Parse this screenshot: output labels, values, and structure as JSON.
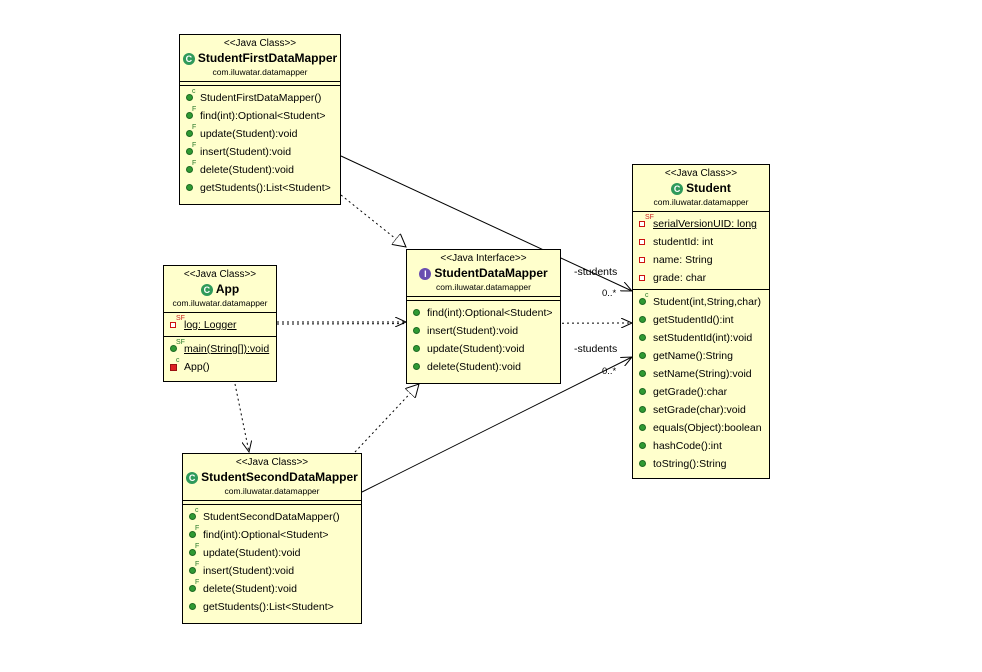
{
  "classes": {
    "first": {
      "stereotype": "<<Java Class>>",
      "icon": "C",
      "name": "StudentFirstDataMapper",
      "package": "com.iluwatar.datamapper",
      "fields": [],
      "methods": [
        {
          "text": "StudentFirstDataMapper()",
          "mod": "c"
        },
        {
          "text": "find(int):Optional<Student>",
          "mod": "F"
        },
        {
          "text": "update(Student):void",
          "mod": "F"
        },
        {
          "text": "insert(Student):void",
          "mod": "F"
        },
        {
          "text": "delete(Student):void",
          "mod": "F"
        },
        {
          "text": "getStudents():List<Student>",
          "mod": ""
        }
      ]
    },
    "app": {
      "stereotype": "<<Java Class>>",
      "icon": "C",
      "name": "App",
      "package": "com.iluwatar.datamapper",
      "fields": [
        {
          "text": "log: Logger",
          "mod": "SF"
        }
      ],
      "methods": [
        {
          "text": "main(String[]):void",
          "mod": "SF"
        },
        {
          "text": "App()",
          "mod": "c"
        }
      ]
    },
    "mapper": {
      "stereotype": "<<Java Interface>>",
      "icon": "I",
      "name": "StudentDataMapper",
      "package": "com.iluwatar.datamapper",
      "fields": [],
      "methods": [
        {
          "text": "find(int):Optional<Student>",
          "mod": ""
        },
        {
          "text": "insert(Student):void",
          "mod": ""
        },
        {
          "text": "update(Student):void",
          "mod": ""
        },
        {
          "text": "delete(Student):void",
          "mod": ""
        }
      ]
    },
    "second": {
      "stereotype": "<<Java Class>>",
      "icon": "C",
      "name": "StudentSecondDataMapper",
      "package": "com.iluwatar.datamapper",
      "fields": [],
      "methods": [
        {
          "text": "StudentSecondDataMapper()",
          "mod": "c"
        },
        {
          "text": "find(int):Optional<Student>",
          "mod": "F"
        },
        {
          "text": "update(Student):void",
          "mod": "F"
        },
        {
          "text": "insert(Student):void",
          "mod": "F"
        },
        {
          "text": "delete(Student):void",
          "mod": "F"
        },
        {
          "text": "getStudents():List<Student>",
          "mod": ""
        }
      ]
    },
    "student": {
      "stereotype": "<<Java Class>>",
      "icon": "C",
      "name": "Student",
      "package": "com.iluwatar.datamapper",
      "fields": [
        {
          "text": "serialVersionUID: long",
          "mod": "SF"
        },
        {
          "text": "studentId: int",
          "mod": ""
        },
        {
          "text": "name: String",
          "mod": ""
        },
        {
          "text": "grade: char",
          "mod": ""
        }
      ],
      "methods": [
        {
          "text": "Student(int,String,char)",
          "mod": "c"
        },
        {
          "text": "getStudentId():int",
          "mod": ""
        },
        {
          "text": "setStudentId(int):void",
          "mod": ""
        },
        {
          "text": "getName():String",
          "mod": ""
        },
        {
          "text": "setName(String):void",
          "mod": ""
        },
        {
          "text": "getGrade():char",
          "mod": ""
        },
        {
          "text": "setGrade(char):void",
          "mod": ""
        },
        {
          "text": "equals(Object):boolean",
          "mod": ""
        },
        {
          "text": "hashCode():int",
          "mod": ""
        },
        {
          "text": "toString():String",
          "mod": ""
        }
      ]
    }
  },
  "associations": [
    {
      "role": "-students",
      "multiplicity": "0..*"
    },
    {
      "role": "-students",
      "multiplicity": "0..*"
    }
  ],
  "colors": {
    "class_fill": "#ffffcc",
    "border": "#000000",
    "public_method": "#2f9a33",
    "private_field": "#cc1111"
  }
}
